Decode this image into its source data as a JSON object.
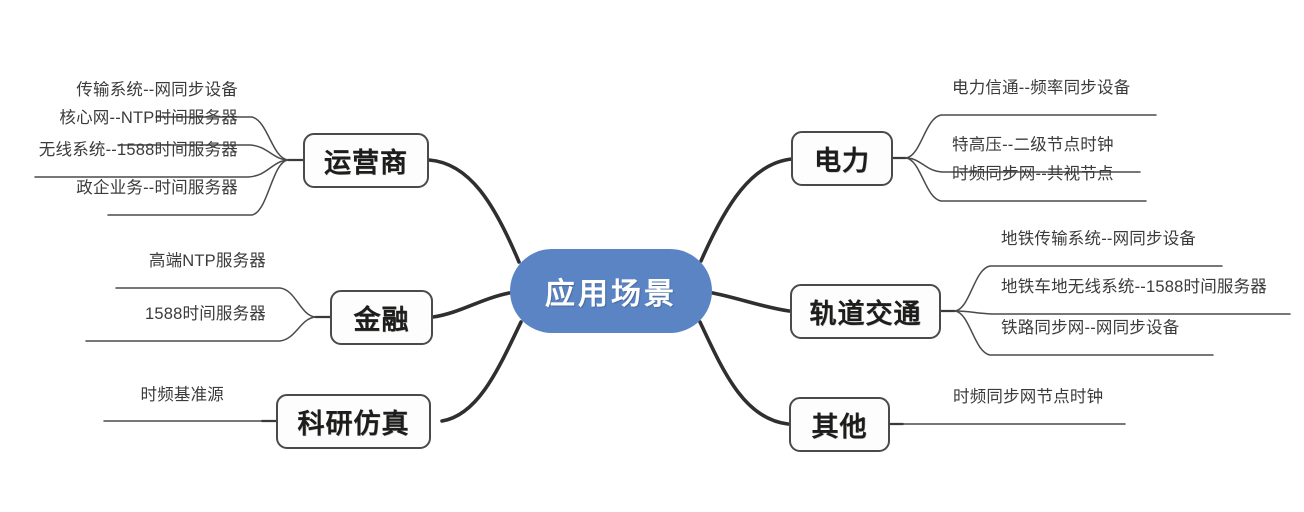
{
  "diagram": {
    "type": "mind-map",
    "title": "应用场景",
    "center": {
      "label": "应用场景",
      "fill": "#5B84C4",
      "text_color": "#FFFFFF"
    },
    "style": {
      "trunk_color": "#2F2F2F",
      "branch_line_color": "#4A4A4A",
      "node_border_color": "#4A4A4A",
      "node_fill": "#FDFDFD",
      "node_text_color": "#1D1D1D",
      "leaf_text_color": "#3B3B3B",
      "background": "#FFFFFF"
    },
    "branches": [
      {
        "id": "operator",
        "label": "运营商",
        "side": "left",
        "leaves": [
          "传输系统--网同步设备",
          "核心网--NTP时间服务器",
          "无线系统--1588时间服务器",
          "政企业务--时间服务器"
        ]
      },
      {
        "id": "finance",
        "label": "金融",
        "side": "left",
        "leaves": [
          "高端NTP服务器",
          "1588时间服务器"
        ]
      },
      {
        "id": "research",
        "label": "科研仿真",
        "side": "left",
        "leaves": [
          "时频基准源"
        ]
      },
      {
        "id": "power",
        "label": "电力",
        "side": "right",
        "leaves": [
          "电力信通--频率同步设备",
          "特高压--二级节点时钟",
          "时频同步网--共视节点"
        ]
      },
      {
        "id": "rail",
        "label": "轨道交通",
        "side": "right",
        "leaves": [
          "地铁传输系统--网同步设备",
          "地铁车地无线系统--1588时间服务器",
          "铁路同步网--网同步设备"
        ]
      },
      {
        "id": "other",
        "label": "其他",
        "side": "right",
        "leaves": [
          "时频同步网节点时钟"
        ]
      }
    ]
  }
}
